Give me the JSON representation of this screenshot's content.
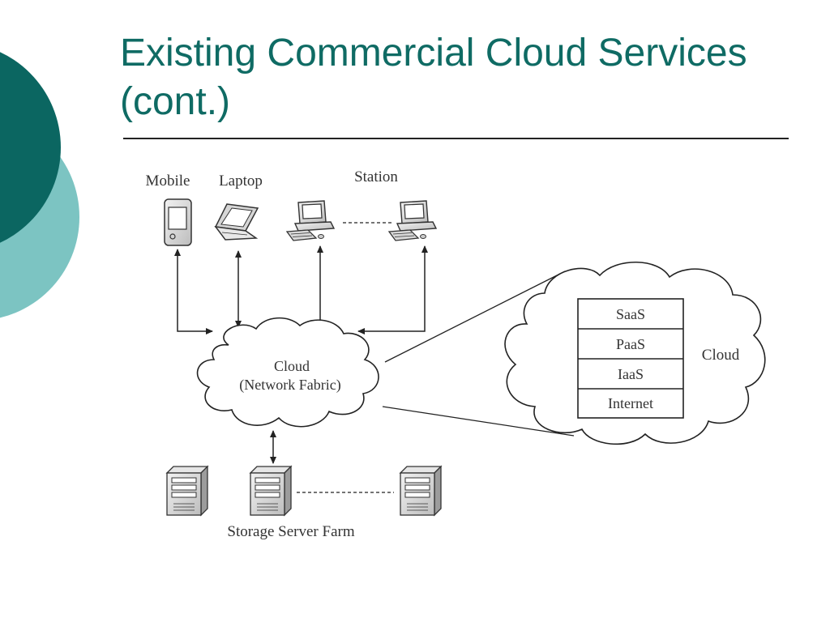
{
  "slide": {
    "title": "Existing Commercial Cloud Services\n(cont.)"
  },
  "colors": {
    "title_text": "#0f6b64",
    "decor_dark_teal": "#0b6661",
    "decor_light_teal": "#7cc4c2"
  },
  "diagram": {
    "devices": {
      "mobile": "Mobile",
      "laptop": "Laptop",
      "station": "Station"
    },
    "cloud": {
      "line1": "Cloud",
      "line2": "(Network Fabric)"
    },
    "zoom": {
      "label": "Cloud",
      "layers": [
        "SaaS",
        "PaaS",
        "IaaS",
        "Internet"
      ]
    },
    "storage": {
      "label": "Storage Server Farm"
    }
  }
}
